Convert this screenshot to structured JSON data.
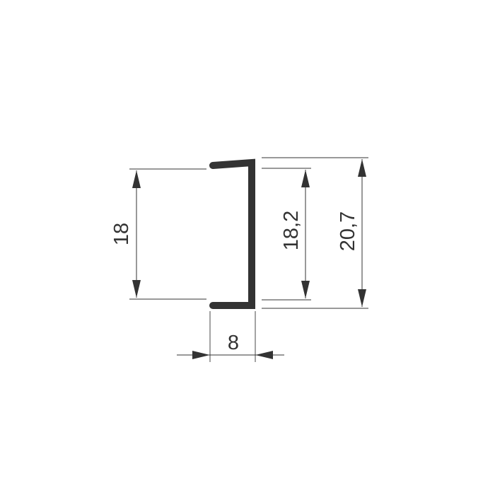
{
  "colors": {
    "line": "#333333",
    "background": "#ffffff"
  },
  "dimensions": {
    "height_inner": "18",
    "height_middle": "18,2",
    "height_outer": "20,7",
    "width": "8"
  }
}
